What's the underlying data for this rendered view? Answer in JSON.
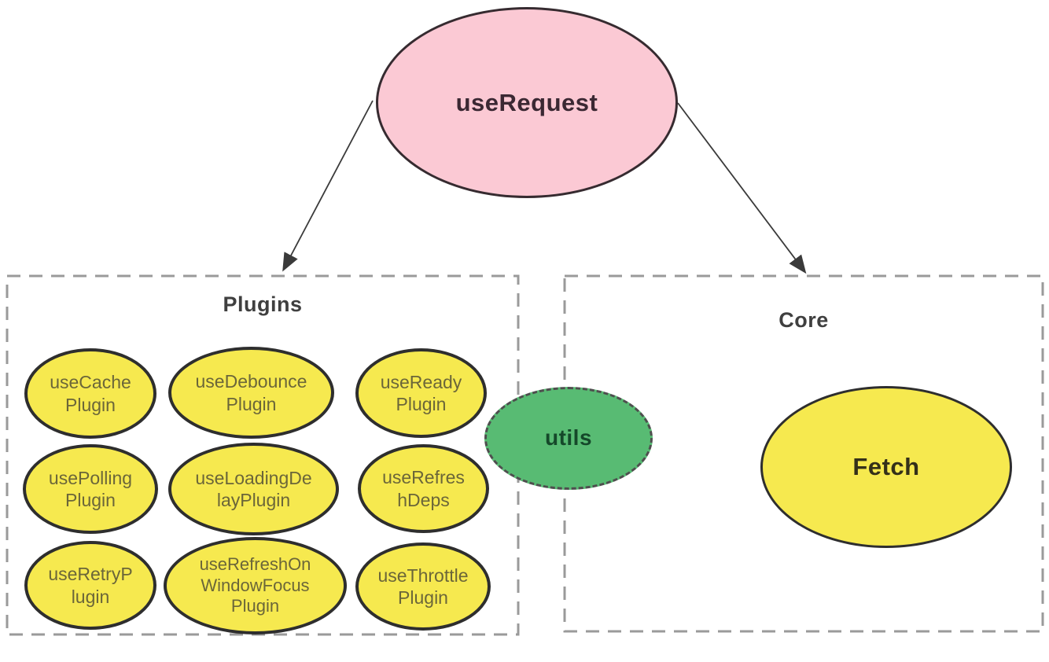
{
  "root": {
    "label": "useRequest"
  },
  "plugins_group": {
    "title": "Plugins",
    "items": [
      {
        "label": "useCache\nPlugin"
      },
      {
        "label": "useDebounce\nPlugin"
      },
      {
        "label": "useReady\nPlugin"
      },
      {
        "label": "usePolling\nPlugin"
      },
      {
        "label": "useLoadingDe\nlayPlugin"
      },
      {
        "label": "useRefres\nhDeps"
      },
      {
        "label": "useRetryP\nlugin"
      },
      {
        "label": "useRefreshOn\nWindowFocus\nPlugin"
      },
      {
        "label": "useThrottle\nPlugin"
      }
    ]
  },
  "core_group": {
    "title": "Core",
    "node_label": "Fetch"
  },
  "utils_node": {
    "label": "utils"
  },
  "colors": {
    "root_fill": "#fbc9d4",
    "node_fill_yellow": "#f6e94f",
    "utils_fill": "#58bb73",
    "node_border": "#2e2e2e",
    "box_border": "#9a9a9a",
    "arrow": "#3a3a3a",
    "title_text": "#3f3f3f",
    "plugin_text": "#6b6639",
    "root_text": "#3b2833",
    "utils_text": "#15482a",
    "fetch_text": "#343019"
  }
}
